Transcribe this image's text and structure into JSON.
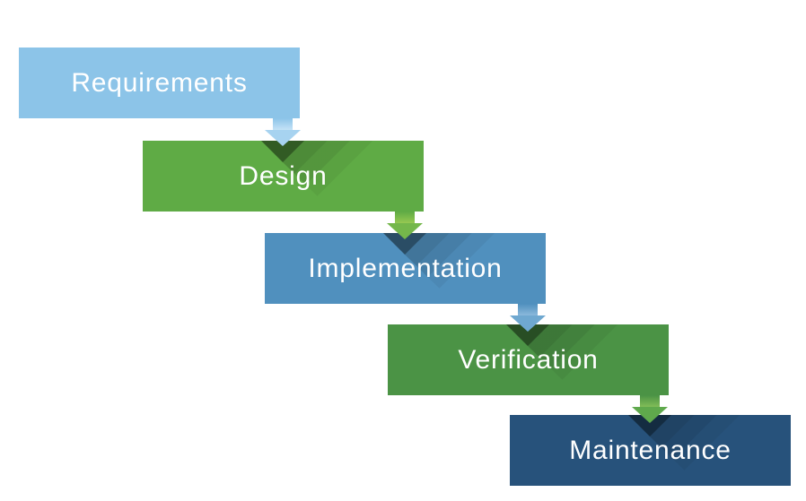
{
  "diagram": {
    "kind": "waterfall-model-flow",
    "background": "#ffffff",
    "label_color": "#ffffff",
    "stages": [
      {
        "label": "Requirements",
        "fill": "#8CC4E8",
        "arrow_light": "#C9E5F8",
        "arrow_mid": "#A7D3F0"
      },
      {
        "label": "Design",
        "fill": "#5FAB45",
        "arrow_light": "#9ACB52",
        "arrow_mid": "#74B74B"
      },
      {
        "label": "Implementation",
        "fill": "#5090BE",
        "arrow_light": "#8FBCDE",
        "arrow_mid": "#6FA8D0"
      },
      {
        "label": "Verification",
        "fill": "#4B9345",
        "arrow_light": "#85C058",
        "arrow_mid": "#5FA94C"
      },
      {
        "label": "Maintenance",
        "fill": "#27527B"
      }
    ],
    "connections": [
      {
        "from": "Requirements",
        "to": "Design"
      },
      {
        "from": "Design",
        "to": "Implementation"
      },
      {
        "from": "Implementation",
        "to": "Verification"
      },
      {
        "from": "Verification",
        "to": "Maintenance"
      }
    ]
  }
}
